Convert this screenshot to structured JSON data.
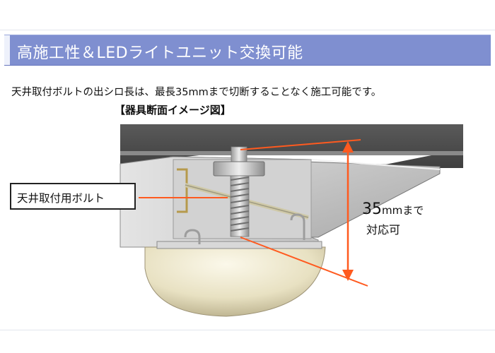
{
  "banner": {
    "title": "高施工性＆LEDライトユニット交換可能"
  },
  "description": "天井取付ボルトの出シロ長は、最長35mmまで切断することなく施工可能です。",
  "caption": "【器具断面イメージ図】",
  "callout": {
    "label": "天井取付用ボルト"
  },
  "dimension": {
    "value": "35",
    "unit": "mmまで",
    "note": "対応可"
  },
  "colors": {
    "banner": "#7f8fd0",
    "arrow": "#ff5a1f",
    "ceiling": "#555555"
  },
  "icons": {
    "arrow": "double-arrow-icon"
  }
}
